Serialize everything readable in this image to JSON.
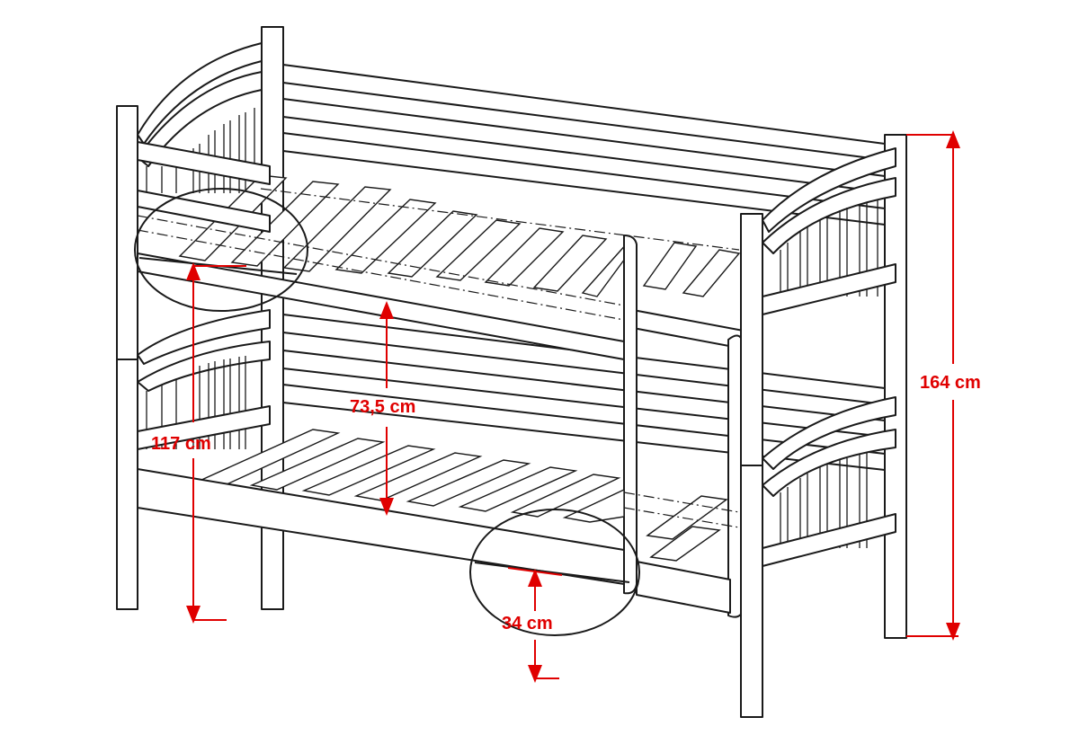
{
  "dimensions": {
    "total_height": "164 cm",
    "lower_bed_height": "117 cm",
    "clearance": "73,5 cm",
    "floor_clearance": "34 cm"
  },
  "colors": {
    "dimension": "#e00000",
    "outline": "#1a1a1a",
    "background": "#ffffff"
  }
}
